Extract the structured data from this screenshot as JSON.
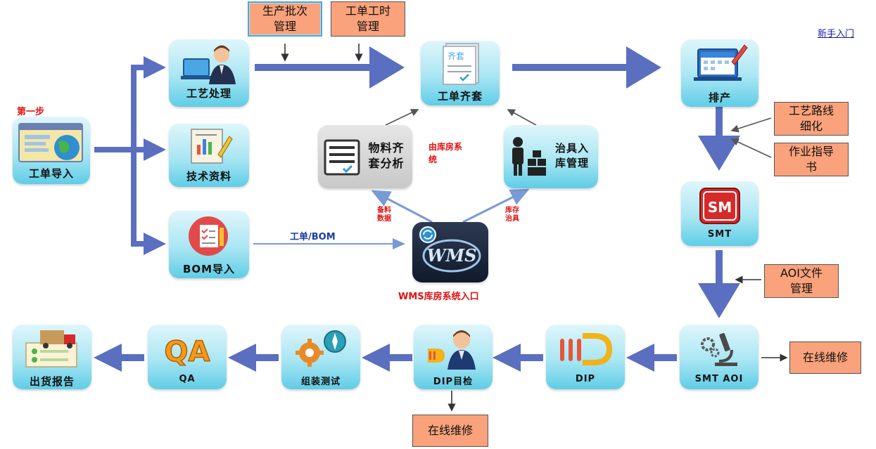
{
  "help_link": "新手入门",
  "step_label": "第一步",
  "nodes": {
    "work_order_import": "工单导入",
    "process_handling": "工艺处理",
    "tech_data": "技术资料",
    "bom_import": "BOM导入",
    "work_order_kitting": "工单齐套",
    "scheduling": "排产",
    "smt": "SMT",
    "smt_aoi": "SMT AOI",
    "dip": "DIP",
    "dip_inspection": "DIP目检",
    "assembly_test": "组装测试",
    "qa": "QA",
    "shipping_report": "出货报告",
    "material_kitting": "物料齐\n套分析",
    "fixture_storage": "治具入\n库管理",
    "wms_entry": "WMS库房系统入口"
  },
  "notes": {
    "batch_mgmt": "生产批次\n管理",
    "hours_mgmt": "工单工时\n管理",
    "route_refine": "工艺路线\n细化",
    "work_guide": "作业指导\n书",
    "aoi_file": "AOI文件\n管理",
    "repair_right": "在线维修",
    "repair_bottom": "在线维修"
  },
  "annotations": {
    "from_warehouse": "由库房系\n统",
    "bom_flow": "工单/BOM",
    "prep_data": "备料\n数据",
    "stock_fixture": "库存\n治具"
  },
  "icons": {
    "kit_tag": "齐套",
    "wms_logo": "WMS",
    "qa_logo": "QA",
    "smt_logo": "SM"
  },
  "colors": {
    "tile_top": "#dff6fb",
    "tile_bottom": "#5fcde6",
    "flow_arrow": "#5a6fc0",
    "note_fill": "#f9a27b",
    "accent_red": "#e01010"
  }
}
